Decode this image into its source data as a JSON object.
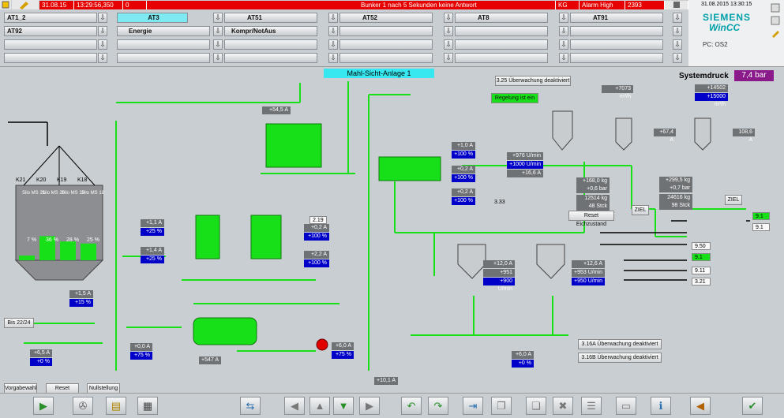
{
  "alarm_bar": {
    "date": "31.08.15",
    "time": "13:29:56,350",
    "number": "0",
    "message": "Bunker 1 nach 5 Sekunden keine Antwort",
    "unit": "KG",
    "class": "Alarm High",
    "id": "2393"
  },
  "nav": {
    "row1": [
      "AT1_2",
      "AT3",
      "AT51",
      "AT52",
      "AT8",
      "AT91"
    ],
    "row2": [
      "AT92",
      "Energie",
      "Kompr/NotAus"
    ]
  },
  "brand": {
    "datetime": "31.08.2015 13:30:15",
    "vendor": "SIEMENS",
    "product": "WinCC",
    "pc": "PC: OS2"
  },
  "plant": {
    "title": "Mahl-Sicht-Anlage 1",
    "system_pressure_label": "Systemdruck",
    "system_pressure_value": "7,4 bar",
    "buttons": {
      "ueberwachung_325": "3.25 Überwachung deaktiviert",
      "regelung": "Regelung ist ein",
      "reset_eichstatus": "Reset Eichzustand",
      "ueberwachung_316a": "3.16A Überwachung deaktiviert",
      "ueberwachung_316b": "3.16B Überwachung deaktiviert",
      "ziel_1": "ZIEL",
      "ziel_2": "ZIEL",
      "bis": "Bis 22/24"
    },
    "silo_labels": [
      "Silo MS 21",
      "Silo MS 20",
      "Silo MS 19",
      "Silo MS 18"
    ],
    "silo_tags": [
      "K21",
      "K20",
      "K19",
      "K18"
    ],
    "silo_levels": [
      "7 %",
      "36 %",
      "28 %",
      "25 %"
    ],
    "silo_level_fractions": [
      0.07,
      0.36,
      0.28,
      0.25
    ],
    "values": {
      "v39": "+54,5 A",
      "v35a": "+1,1 A",
      "v35b": "+25 %",
      "v351a": "+1,4 A",
      "v351b": "+25 %",
      "v324a": "+1,5 A",
      "v324b": "+15 %",
      "v321a": "+6,5 A",
      "v321b": "+0 %",
      "v371a": "+0,0 A",
      "v371b": "+75 %",
      "v37": "+547 A",
      "v3718a": "+6,0 A",
      "v3718b": "+75 %",
      "v36a": "+0,2 A",
      "v36b": "+100 %",
      "v361a": "+2,2 A",
      "v361b": "+100 %",
      "v219": "2.19",
      "v315a1": "+1,0 A",
      "v315a2": "+100 %",
      "v315b1": "+0,2 A",
      "v315b2": "+100 %",
      "v325a": "+0,2 A",
      "v325b": "+100 %",
      "v326a": "+976 U/min",
      "v326b": "+1000 U/min",
      "v326c": "+16,6 A",
      "v316a1": "+12,0 A",
      "v316a2": "+951 U/min",
      "v316a3": "+900 U/min",
      "v316b1": "+12,6 A",
      "v316b2": "+953 U/min",
      "v316b3": "+950 U/min",
      "v317": "+10,1 A",
      "v324": "+6,0 A",
      "v324p": "+0 %",
      "v328a": "+7073 m³/h",
      "v330": "+67,4 A",
      "v31_168": "+168,0 kg",
      "v31_bar": "+0,6 bar",
      "v31_kg": "12514 kg",
      "v31_stk": "48 Stck",
      "v318a": "+14502 m³/h",
      "v318b": "+15000 m³/h",
      "v320": "108,6 A",
      "v319a": "+299,5 kg",
      "v319b": "+0,7 bar",
      "v319c": "24616 kg",
      "v319d": "98 Stck",
      "v332": "3.33"
    },
    "side_outputs": [
      "9.1",
      "9.1",
      "9.50",
      "9.1",
      "9.11",
      "3.21"
    ],
    "bottom_buttons": [
      "Vorgabewahl",
      "Reset",
      "Nullstellung"
    ]
  },
  "toolbar_icons": [
    "play-icon",
    "tools-icon",
    "report-icon",
    "printer-icon",
    "login-icon",
    "back-icon",
    "up-icon",
    "down-icon",
    "forward-icon",
    "undo-icon",
    "redo-icon",
    "exit-icon",
    "copy-icon",
    "paste-icon",
    "delete-icon",
    "list-icon",
    "info-icon",
    "horn-icon",
    "check-icon"
  ]
}
